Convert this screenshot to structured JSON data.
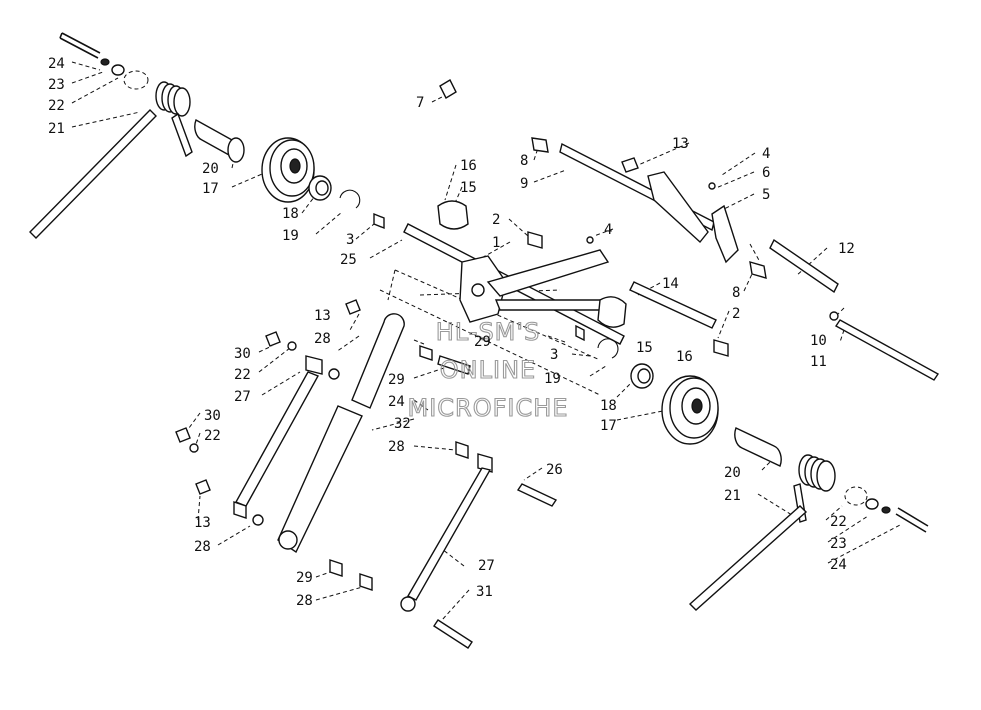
{
  "watermark": {
    "line1": "HL-SM'S",
    "line2": "ONLINE",
    "line3": "MICROFICHE"
  },
  "callouts": [
    "24",
    "23",
    "22",
    "21",
    "20",
    "17",
    "18",
    "19",
    "3",
    "25",
    "16",
    "15",
    "7",
    "8",
    "9",
    "13",
    "4",
    "6",
    "5",
    "2",
    "1",
    "4",
    "12",
    "14",
    "8",
    "2",
    "10",
    "11",
    "13",
    "28",
    "29",
    "30",
    "22",
    "27",
    "24",
    "29",
    "3",
    "15",
    "16",
    "19",
    "18",
    "17",
    "32",
    "28",
    "30",
    "22",
    "13",
    "28",
    "26",
    "20",
    "21",
    "22",
    "23",
    "24",
    "27",
    "29",
    "28",
    "31"
  ]
}
